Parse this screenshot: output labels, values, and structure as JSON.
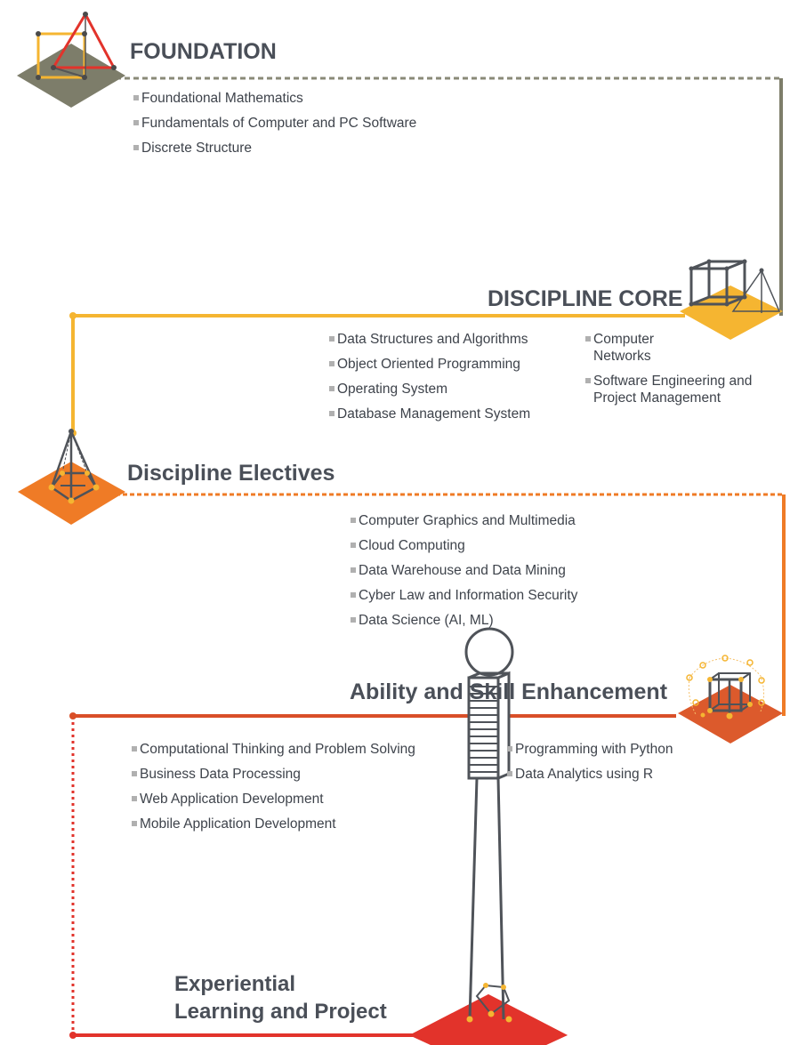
{
  "colors": {
    "title": "#4a4f58",
    "text": "#3e434b",
    "bullet": "#b0b0b0",
    "foundation": "#7d7d6a",
    "core": "#f5b531",
    "electives": "#ef7b26",
    "skills": "#dc5a2c",
    "project": "#e2332b"
  },
  "stages": [
    {
      "title": "FOUNDATION",
      "icon": "triangle-square-icon",
      "items": [
        "Foundational Mathematics",
        "Fundamentals of Computer and PC Software",
        "Discrete Structure"
      ]
    },
    {
      "title": "DISCIPLINE CORE",
      "icon": "cube-icon",
      "items": [
        "Data Structures and Algorithms",
        "Object Oriented Programming",
        "Operating System",
        "Database Management System"
      ],
      "items2": [
        "Computer\nNetworks",
        "Software Engineering and\nProject Management"
      ]
    },
    {
      "title": "Discipline Electives",
      "icon": "pyramid-icon",
      "items": [
        "Computer Graphics and Multimedia",
        "Cloud Computing",
        "Data Warehouse and Data Mining",
        "Cyber Law and Information Security",
        "Data Science (AI, ML)"
      ]
    },
    {
      "title": "Ability and Skill Enhancement",
      "icon": "network-cube-icon",
      "items": [
        "Computational Thinking and Problem Solving",
        "Business Data Processing",
        "Web Application Development",
        "Mobile Application Development"
      ],
      "items2": [
        "Programming with Python",
        "Data Analytics using R"
      ]
    },
    {
      "title": "Experiential\nLearning and Project",
      "icon": "person-figure-icon",
      "items": []
    }
  ]
}
